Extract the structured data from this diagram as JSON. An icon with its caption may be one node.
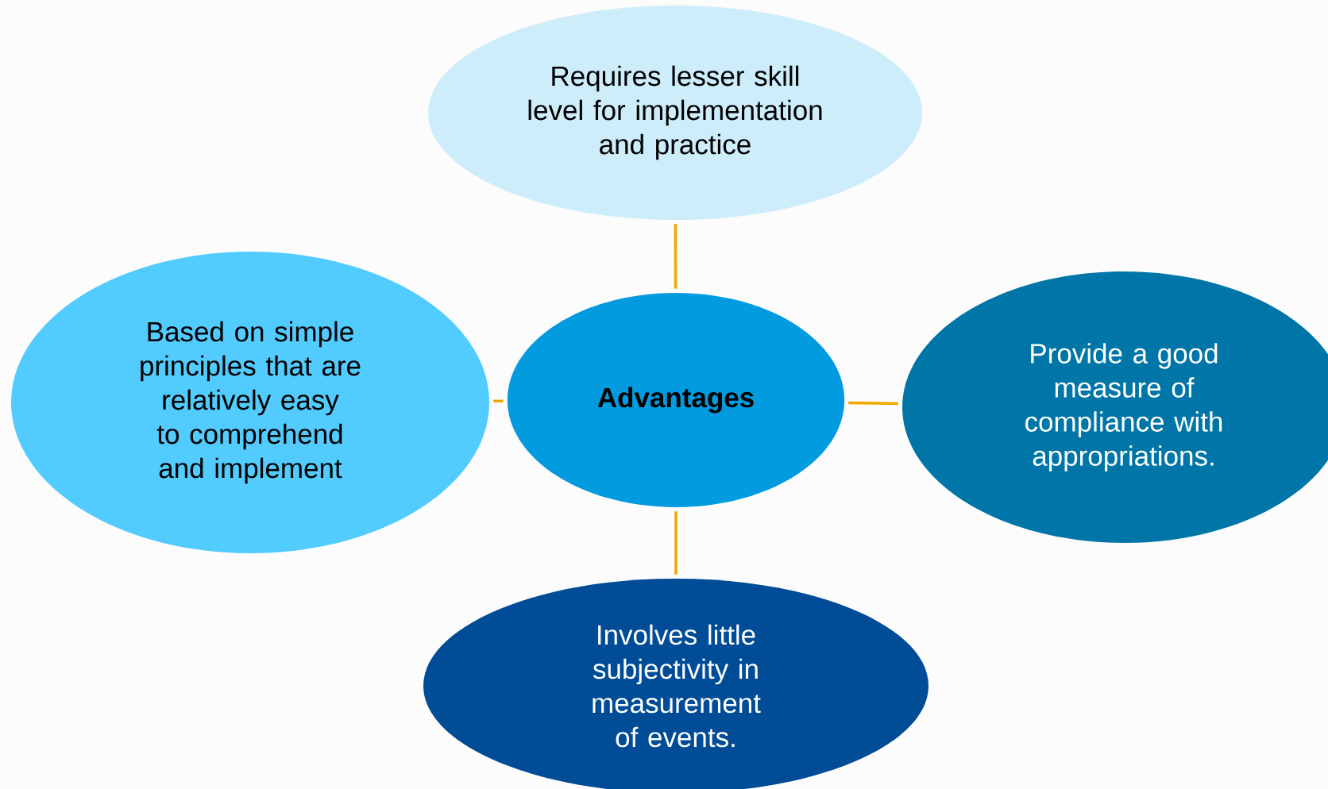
{
  "diagram": {
    "nodes": [
      {
        "text": [
          "Requires lesser skill level for implementation and practice"
        ]
      },
      {
        "text": [
          "Based on simple principles that are relatively easy to comprehend and implement"
        ]
      },
      {
        "text": [
          "Advantages"
        ]
      },
      {
        "text": [
          "Provide a good measure of compliance with appropriations."
        ]
      },
      {
        "text": [
          "Involves little subjectivity in measurement of events."
        ]
      }
    ],
    "edges": [
      {
        "from": 2,
        "to": 0,
        "arrow": "none"
      },
      {
        "from": 2,
        "to": 1,
        "arrow": "none"
      },
      {
        "from": 2,
        "to": 3,
        "arrow": "none"
      },
      {
        "from": 2,
        "to": 4,
        "arrow": "none"
      }
    ]
  }
}
